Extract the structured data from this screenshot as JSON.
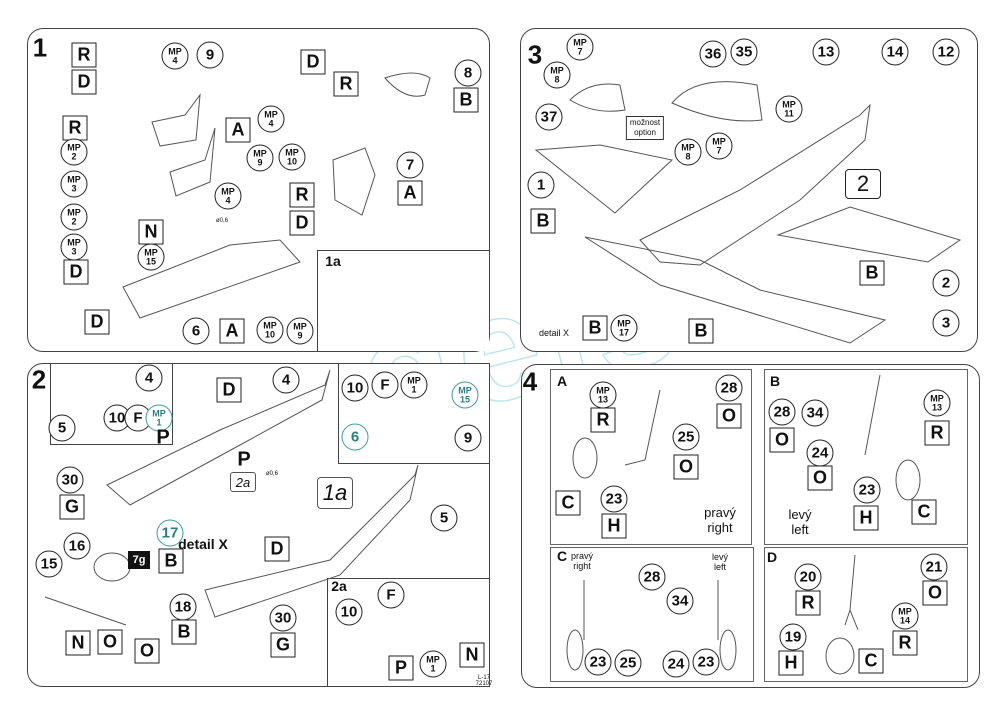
{
  "watermark": "models.net",
  "footer": "L-17\n72107",
  "panels": [
    {
      "labels": [
        {
          "k": "step",
          "v": "1"
        },
        {
          "k": "b",
          "v": "R"
        },
        {
          "k": "b",
          "v": "D"
        },
        {
          "k": "cm",
          "v": "MP\n4"
        },
        {
          "k": "c",
          "v": "9"
        },
        {
          "k": "b",
          "v": "D"
        },
        {
          "k": "b",
          "v": "R"
        },
        {
          "k": "c",
          "v": "8"
        },
        {
          "k": "b",
          "v": "B"
        },
        {
          "k": "b",
          "v": "R"
        },
        {
          "k": "b",
          "v": "A"
        },
        {
          "k": "cm",
          "v": "MP\n4"
        },
        {
          "k": "cm",
          "v": "MP\n2"
        },
        {
          "k": "cm",
          "v": "MP\n3"
        },
        {
          "k": "cm",
          "v": "MP\n2"
        },
        {
          "k": "cm",
          "v": "MP\n3"
        },
        {
          "k": "cm",
          "v": "MP\n9"
        },
        {
          "k": "cm",
          "v": "MP\n10"
        },
        {
          "k": "c",
          "v": "7"
        },
        {
          "k": "b",
          "v": "A"
        },
        {
          "k": "cm",
          "v": "MP\n4"
        },
        {
          "k": "b",
          "v": "R"
        },
        {
          "k": "b",
          "v": "D"
        },
        {
          "k": "b",
          "v": "N"
        },
        {
          "k": "cm",
          "v": "MP\n15"
        },
        {
          "k": "b",
          "v": "D"
        },
        {
          "k": "b",
          "v": "D"
        },
        {
          "k": "c",
          "v": "6"
        },
        {
          "k": "b",
          "v": "A"
        },
        {
          "k": "cm",
          "v": "MP\n10"
        },
        {
          "k": "cm",
          "v": "MP\n9"
        },
        {
          "k": "t",
          "v": "1a"
        },
        {
          "k": "tiny",
          "v": "ø0,6"
        }
      ]
    },
    {
      "labels": [
        {
          "k": "step",
          "v": "3"
        },
        {
          "k": "cm",
          "v": "MP\n7"
        },
        {
          "k": "cm",
          "v": "MP\n8"
        },
        {
          "k": "c",
          "v": "37"
        },
        {
          "k": "c",
          "v": "36"
        },
        {
          "k": "c",
          "v": "35"
        },
        {
          "k": "opt",
          "v": "možnost\noption"
        },
        {
          "k": "c",
          "v": "13"
        },
        {
          "k": "c",
          "v": "14"
        },
        {
          "k": "c",
          "v": "12"
        },
        {
          "k": "cm",
          "v": "MP\n11"
        },
        {
          "k": "cm",
          "v": "MP\n8"
        },
        {
          "k": "cm",
          "v": "MP\n7"
        },
        {
          "k": "c",
          "v": "1"
        },
        {
          "k": "b",
          "v": "B"
        },
        {
          "k": "bl",
          "v": "2"
        },
        {
          "k": "b",
          "v": "B"
        },
        {
          "k": "c",
          "v": "2"
        },
        {
          "k": "c",
          "v": "3"
        },
        {
          "k": "ts",
          "v": "detail X"
        },
        {
          "k": "b",
          "v": "B"
        },
        {
          "k": "cm",
          "v": "MP\n17"
        },
        {
          "k": "b",
          "v": "B"
        }
      ]
    },
    {
      "labels": [
        {
          "k": "step",
          "v": "2"
        },
        {
          "k": "c",
          "v": "4"
        },
        {
          "k": "c",
          "v": "5"
        },
        {
          "k": "c",
          "v": "10"
        },
        {
          "k": "c",
          "v": "F"
        },
        {
          "k": "cm",
          "v": "MP\n1",
          "teal": true
        },
        {
          "k": "ptxt",
          "v": "P"
        },
        {
          "k": "b",
          "v": "D"
        },
        {
          "k": "c",
          "v": "4"
        },
        {
          "k": "c",
          "v": "10"
        },
        {
          "k": "c",
          "v": "F"
        },
        {
          "k": "cm",
          "v": "MP\n1"
        },
        {
          "k": "cm",
          "v": "MP\n15",
          "teal": true
        },
        {
          "k": "c",
          "v": "6",
          "teal": true
        },
        {
          "k": "c",
          "v": "9"
        },
        {
          "k": "ptxt",
          "v": "P"
        },
        {
          "k": "it",
          "v": "2a"
        },
        {
          "k": "itl",
          "v": "1a"
        },
        {
          "k": "c",
          "v": "30"
        },
        {
          "k": "b",
          "v": "G"
        },
        {
          "k": "c",
          "v": "5"
        },
        {
          "k": "c",
          "v": "17",
          "teal": true
        },
        {
          "k": "t",
          "v": "detail X"
        },
        {
          "k": "c",
          "v": "16"
        },
        {
          "k": "blk",
          "v": "7g"
        },
        {
          "k": "b",
          "v": "B"
        },
        {
          "k": "c",
          "v": "15"
        },
        {
          "k": "b",
          "v": "D"
        },
        {
          "k": "c",
          "v": "18"
        },
        {
          "k": "b",
          "v": "B"
        },
        {
          "k": "c",
          "v": "30"
        },
        {
          "k": "b",
          "v": "G"
        },
        {
          "k": "b",
          "v": "N"
        },
        {
          "k": "b",
          "v": "O"
        },
        {
          "k": "b",
          "v": "O"
        },
        {
          "k": "t",
          "v": "2a"
        },
        {
          "k": "c",
          "v": "10"
        },
        {
          "k": "c",
          "v": "F"
        },
        {
          "k": "b",
          "v": "N"
        },
        {
          "k": "b",
          "v": "P"
        },
        {
          "k": "cm",
          "v": "MP\n1"
        },
        {
          "k": "tiny",
          "v": "ø0,6"
        }
      ]
    },
    {
      "labels": [
        {
          "k": "step",
          "v": "4"
        },
        {
          "k": "t",
          "v": "A"
        },
        {
          "k": "cm",
          "v": "MP\n13"
        },
        {
          "k": "b",
          "v": "R"
        },
        {
          "k": "c",
          "v": "28"
        },
        {
          "k": "b",
          "v": "O"
        },
        {
          "k": "c",
          "v": "25"
        },
        {
          "k": "b",
          "v": "O"
        },
        {
          "k": "b",
          "v": "C"
        },
        {
          "k": "c",
          "v": "23"
        },
        {
          "k": "b",
          "v": "H"
        },
        {
          "k": "tn",
          "v": "pravý\nright"
        },
        {
          "k": "t",
          "v": "B"
        },
        {
          "k": "c",
          "v": "28"
        },
        {
          "k": "c",
          "v": "34"
        },
        {
          "k": "b",
          "v": "O"
        },
        {
          "k": "cm",
          "v": "MP\n13"
        },
        {
          "k": "b",
          "v": "R"
        },
        {
          "k": "c",
          "v": "24"
        },
        {
          "k": "b",
          "v": "O"
        },
        {
          "k": "c",
          "v": "23"
        },
        {
          "k": "b",
          "v": "H"
        },
        {
          "k": "b",
          "v": "C"
        },
        {
          "k": "tn",
          "v": "levý\nleft"
        },
        {
          "k": "t",
          "v": "C"
        },
        {
          "k": "ts",
          "v": "pravý\nright"
        },
        {
          "k": "c",
          "v": "28"
        },
        {
          "k": "c",
          "v": "34"
        },
        {
          "k": "ts",
          "v": "levý\nleft"
        },
        {
          "k": "c",
          "v": "23"
        },
        {
          "k": "c",
          "v": "25"
        },
        {
          "k": "c",
          "v": "24"
        },
        {
          "k": "c",
          "v": "23"
        },
        {
          "k": "t",
          "v": "D"
        },
        {
          "k": "c",
          "v": "20"
        },
        {
          "k": "b",
          "v": "R"
        },
        {
          "k": "c",
          "v": "21"
        },
        {
          "k": "b",
          "v": "O"
        },
        {
          "k": "cm",
          "v": "MP\n14"
        },
        {
          "k": "b",
          "v": "R"
        },
        {
          "k": "c",
          "v": "19"
        },
        {
          "k": "b",
          "v": "H"
        },
        {
          "k": "b",
          "v": "C"
        }
      ]
    }
  ]
}
